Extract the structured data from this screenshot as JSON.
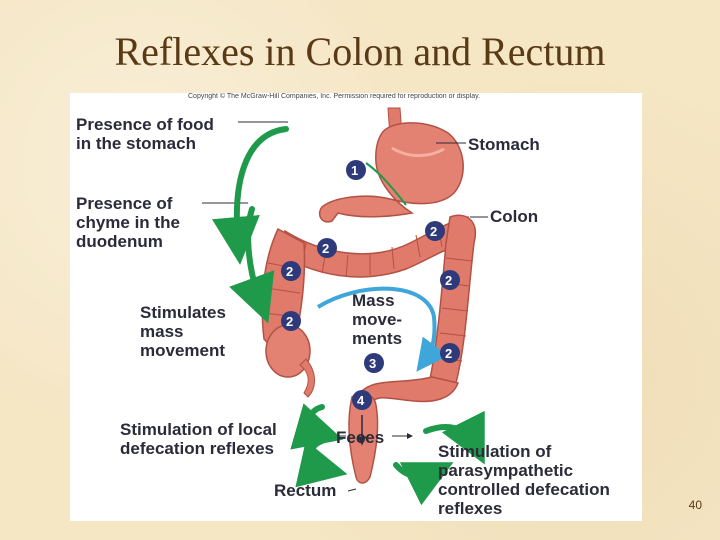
{
  "slide": {
    "title": "Reflexes in Colon and Rectum",
    "page_number": "40"
  },
  "figure": {
    "copyright": "Copyright © The McGraw-Hill Companies, Inc. Permission required for reproduction or display.",
    "labels": {
      "presence_food_line1": "Presence of food",
      "presence_food_line2": "in the stomach",
      "stomach": "Stomach",
      "presence_chyme_line1": "Presence of",
      "presence_chyme_line2": "chyme in the",
      "presence_chyme_line3": "duodenum",
      "colon": "Colon",
      "stimulates_line1": "Stimulates",
      "stimulates_line2": "mass",
      "stimulates_line3": "movement",
      "mass_line1": "Mass",
      "mass_line2": "move-",
      "mass_line3": "ments",
      "local_line1": "Stimulation of local",
      "local_line2": "defecation reflexes",
      "feces": "Feces",
      "rectum": "Rectum",
      "para_line1": "Stimulation of",
      "para_line2": "parasympathetic",
      "para_line3": "controlled defecation",
      "para_line4": "reflexes"
    },
    "markers": {
      "m1": "1",
      "m2": "2",
      "m3": "3",
      "m4": "4"
    },
    "colors": {
      "organ": "#e07a6a",
      "organ_dark": "#c0584a",
      "organ_light": "#f4a898",
      "green_arrow": "#1f9a4a",
      "blue_arrow": "#3ea6d8",
      "marker": "#2e3a7a"
    }
  }
}
